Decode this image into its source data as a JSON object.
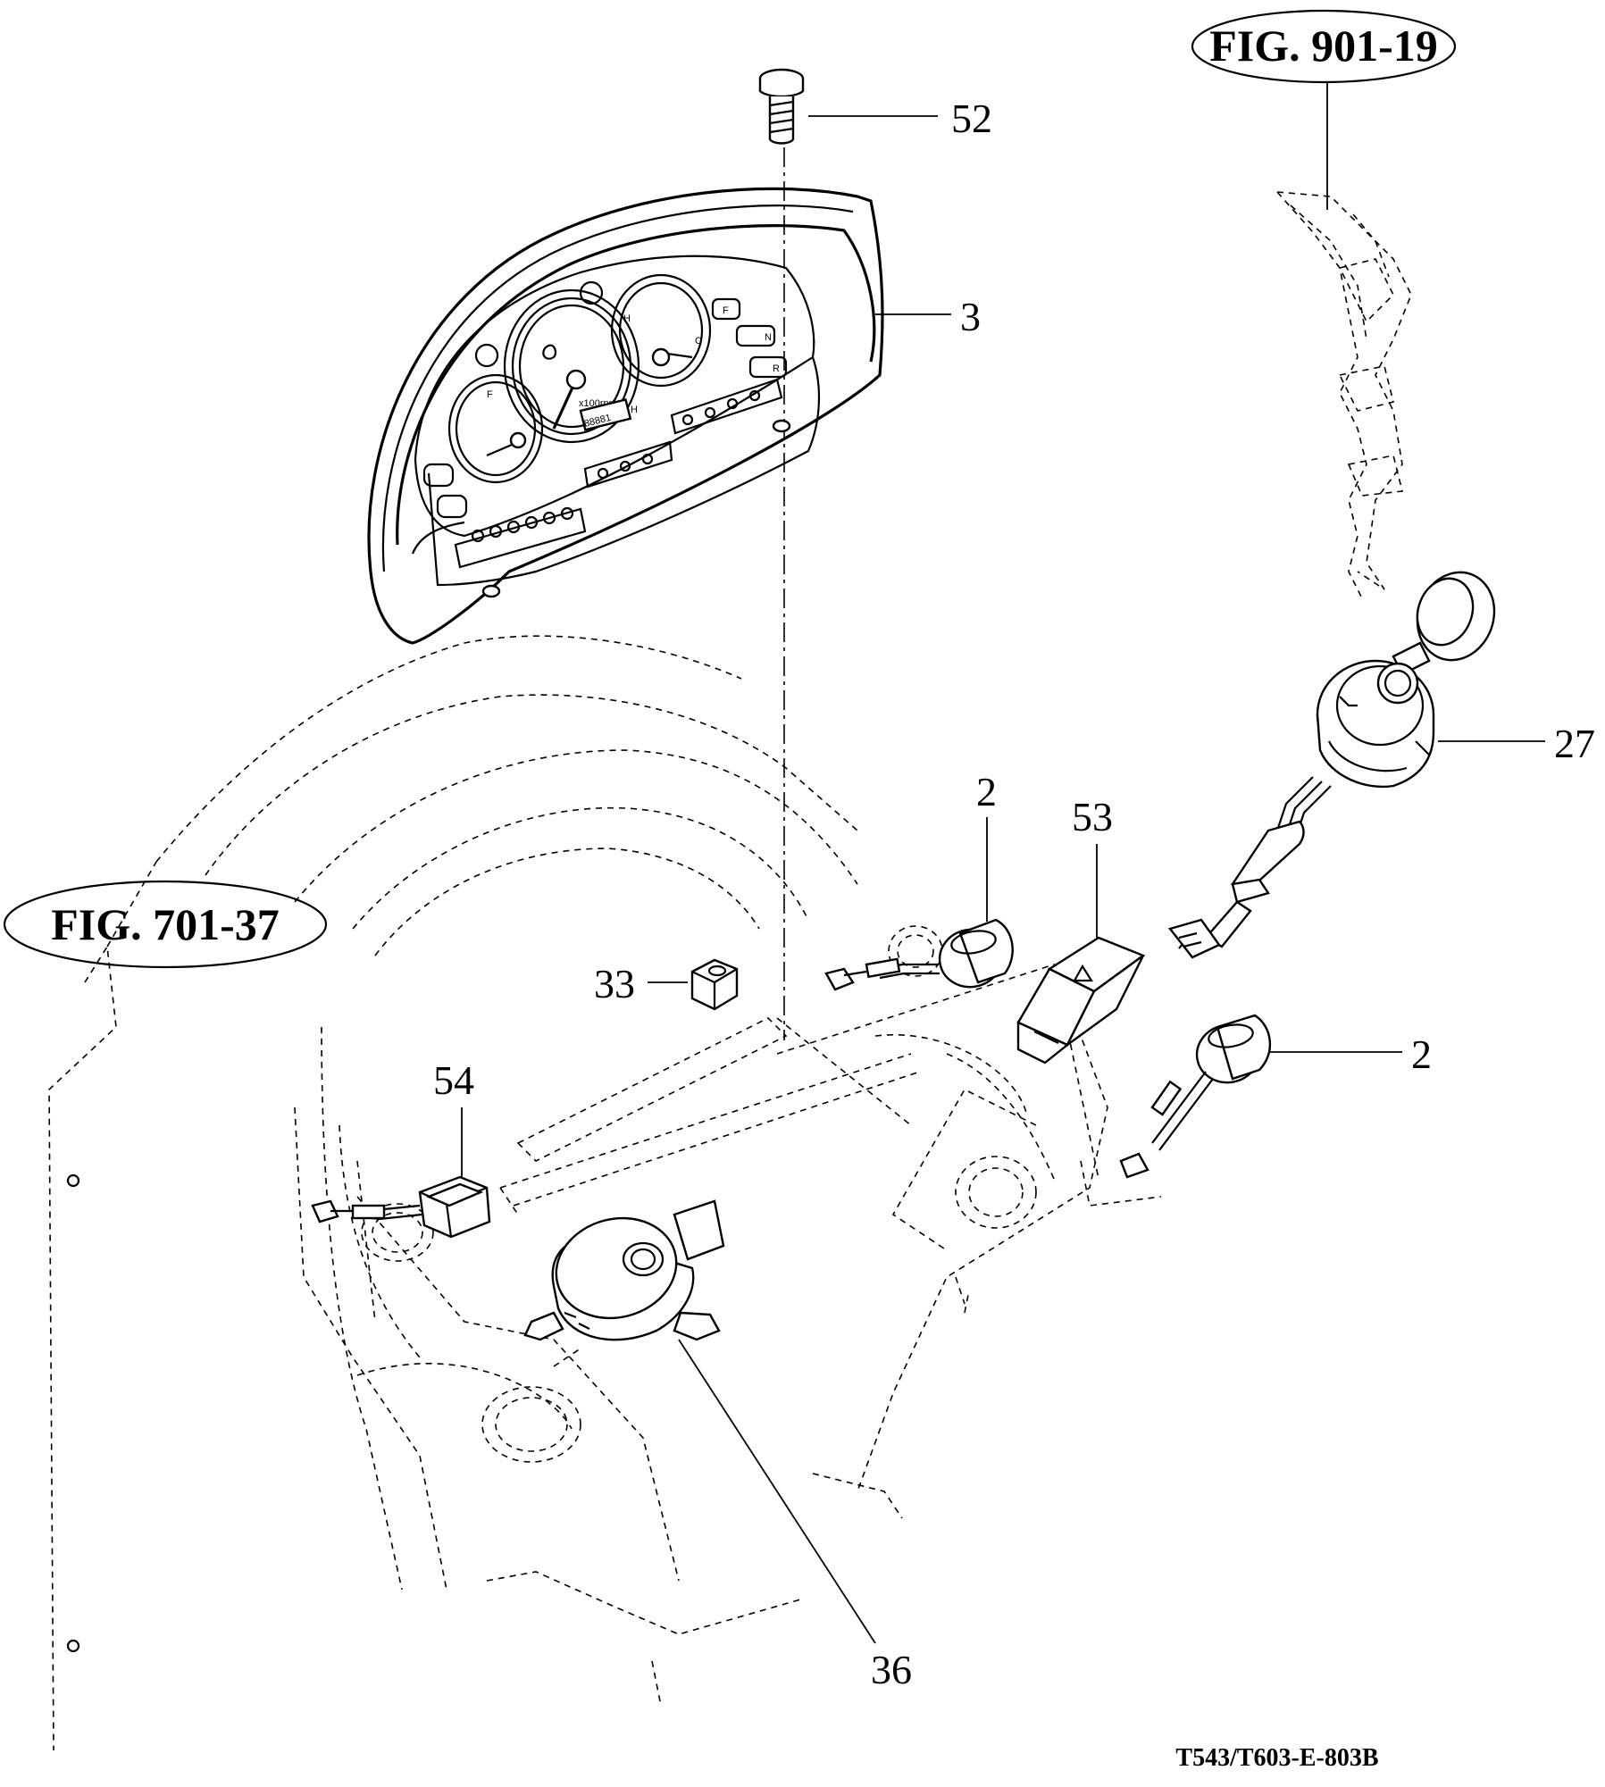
{
  "figure_refs": [
    {
      "id": "fig-901-19",
      "label": "FIG. 901-19"
    },
    {
      "id": "fig-701-37",
      "label": "FIG. 701-37"
    }
  ],
  "callouts": [
    {
      "id": "callout-52",
      "label": "52"
    },
    {
      "id": "callout-3",
      "label": "3"
    },
    {
      "id": "callout-27",
      "label": "27"
    },
    {
      "id": "callout-2a",
      "label": "2"
    },
    {
      "id": "callout-53",
      "label": "53"
    },
    {
      "id": "callout-33",
      "label": "33"
    },
    {
      "id": "callout-2b",
      "label": "2"
    },
    {
      "id": "callout-54",
      "label": "54"
    },
    {
      "id": "callout-36",
      "label": "36"
    }
  ],
  "panel_markings": {
    "fuel_gauge": "F",
    "tach_unit": "x100rpm",
    "hour_meter": "88881",
    "hour_unit": "H",
    "temp_hot": "H",
    "temp_cold": "C",
    "indicator_f": "F",
    "indicator_n": "N",
    "indicator_r": "R"
  },
  "drawing_code": "T543/T603-E-803B"
}
